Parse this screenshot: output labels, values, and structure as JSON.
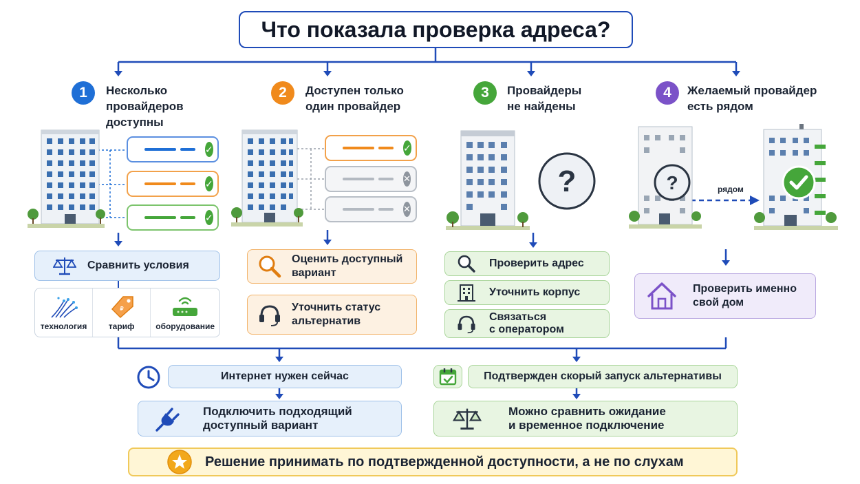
{
  "title": "Что показала проверка адреса?",
  "columns": [
    {
      "number": "1",
      "title_line1": "Несколько",
      "title_line2": "провайдеров",
      "title_line3": "доступны",
      "color": "#1f6fd6"
    },
    {
      "number": "2",
      "title_line1": "Доступен только",
      "title_line2": "один провайдер",
      "color": "#f08a1c"
    },
    {
      "number": "3",
      "title_line1": "Провайдеры",
      "title_line2": "не найдены",
      "color": "#45a63a"
    },
    {
      "number": "4",
      "title_line1": "Желаемый провайдер",
      "title_line2": "есть рядом",
      "color": "#7b52c8"
    }
  ],
  "col1": {
    "providers": [
      {
        "icon": "globe-icon",
        "status": "available",
        "color": "#1f6fd6"
      },
      {
        "icon": "wifi-icon",
        "status": "available",
        "color": "#f08a1c"
      },
      {
        "icon": "router-icon",
        "status": "available",
        "color": "#45a63a"
      }
    ],
    "action": "Сравнить условия",
    "criteria": [
      "технология",
      "тариф",
      "оборудование"
    ]
  },
  "col2": {
    "providers": [
      {
        "icon": "wifi-icon",
        "status": "available",
        "color": "#f08a1c"
      },
      {
        "icon": "globe-icon",
        "status": "unavailable",
        "color": "#9aa1ab"
      },
      {
        "icon": "router-icon",
        "status": "unavailable",
        "color": "#9aa1ab"
      }
    ],
    "action1_line1": "Оценить доступный",
    "action1_line2": "вариант",
    "action2_line1": "Уточнить статус",
    "action2_line2": "альтернатив"
  },
  "col3": {
    "actions": [
      {
        "icon": "search-icon",
        "line1": "Проверить адрес",
        "line2": ""
      },
      {
        "icon": "building-icon",
        "line1": "Уточнить корпус",
        "line2": ""
      },
      {
        "icon": "headset-icon",
        "line1": "Связаться",
        "line2": "с оператором"
      }
    ]
  },
  "col4": {
    "nearby_label": "рядом",
    "action_line1": "Проверить именно",
    "action_line2": "свой дом"
  },
  "bottom": {
    "left_status": "Интернет нужен сейчас",
    "left_action_line1": "Подключить подходящий",
    "left_action_line2": "доступный вариант",
    "right_status": "Подтвержден скорый запуск альтернативы",
    "right_action_line1": "Можно сравнить ожидание",
    "right_action_line2": "и временное подключение",
    "conclusion": "Решение принимать по подтвержденной доступности, а не по слухам"
  },
  "colors": {
    "blue": "#1f4bb8",
    "orange": "#f08a1c",
    "green": "#45a63a",
    "purple": "#7b52c8",
    "yellow": "#f0c95a"
  }
}
